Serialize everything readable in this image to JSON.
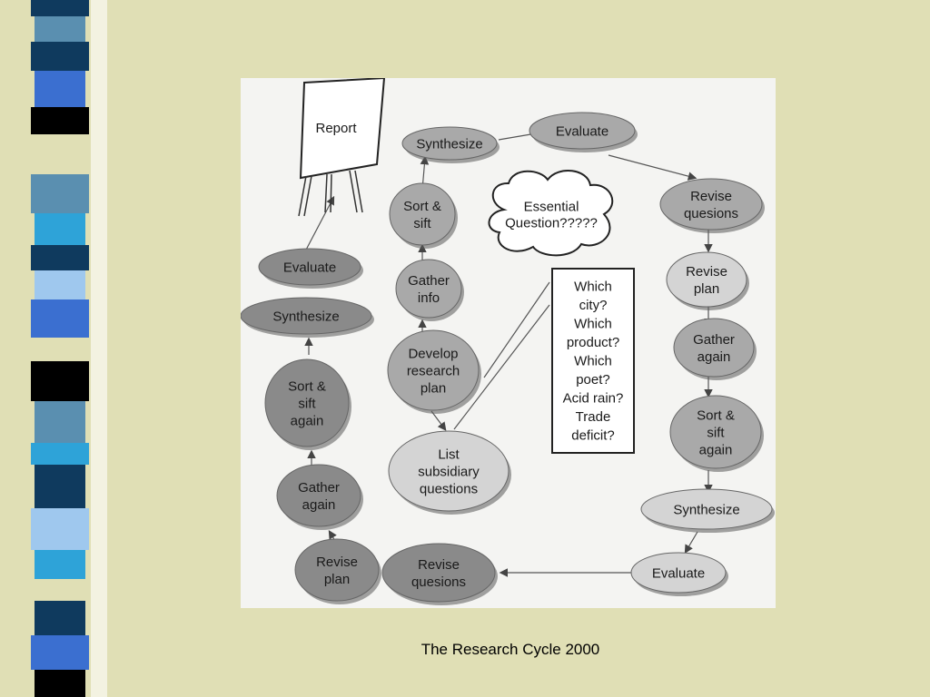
{
  "caption": "The Research Cycle 2000",
  "colors": {
    "background": "#e0dfb5",
    "panel": "#f4f4f2",
    "node_dark": "#8a8a8a",
    "node_mid": "#a9a9a9",
    "node_light": "#d4d4d4",
    "stripes": [
      "#0f3a5e",
      "#2ea3d8",
      "#5a8fb0",
      "#3b6fd0",
      "#000000",
      "#e0dfb5",
      "#9fc8ee"
    ]
  },
  "diagram": {
    "report": "Report",
    "essential_question": [
      "Essential",
      "Question?????"
    ],
    "examples": [
      "Which",
      "city?",
      "Which",
      "product?",
      "Which",
      "poet?",
      "Acid rain?",
      "Trade",
      "deficit?"
    ],
    "nodes": {
      "synthesize_top": [
        "Synthesize"
      ],
      "evaluate_top": [
        "Evaluate"
      ],
      "sort_sift_1": [
        "Sort &",
        "sift"
      ],
      "gather_info": [
        "Gather",
        "info"
      ],
      "develop_plan": [
        "Develop",
        "research",
        "plan"
      ],
      "list_questions": [
        "List",
        "subsidiary",
        "questions"
      ],
      "revise_questions_r": [
        "Revise",
        "quesions"
      ],
      "revise_plan_r": [
        "Revise",
        "plan"
      ],
      "gather_again_r": [
        "Gather",
        "again"
      ],
      "sort_sift_again_r": [
        "Sort &",
        "sift",
        "again"
      ],
      "synthesize_r": [
        "Synthesize"
      ],
      "evaluate_bottom": [
        "Evaluate"
      ],
      "revise_questions_bottom": [
        "Revise",
        "quesions"
      ],
      "revise_plan_bottom": [
        "Revise",
        "plan"
      ],
      "gather_again_l": [
        "Gather",
        "again"
      ],
      "sort_sift_again_l": [
        "Sort &",
        "sift",
        "again"
      ],
      "synthesize_l": [
        "Synthesize"
      ],
      "evaluate_l": [
        "Evaluate"
      ]
    }
  }
}
